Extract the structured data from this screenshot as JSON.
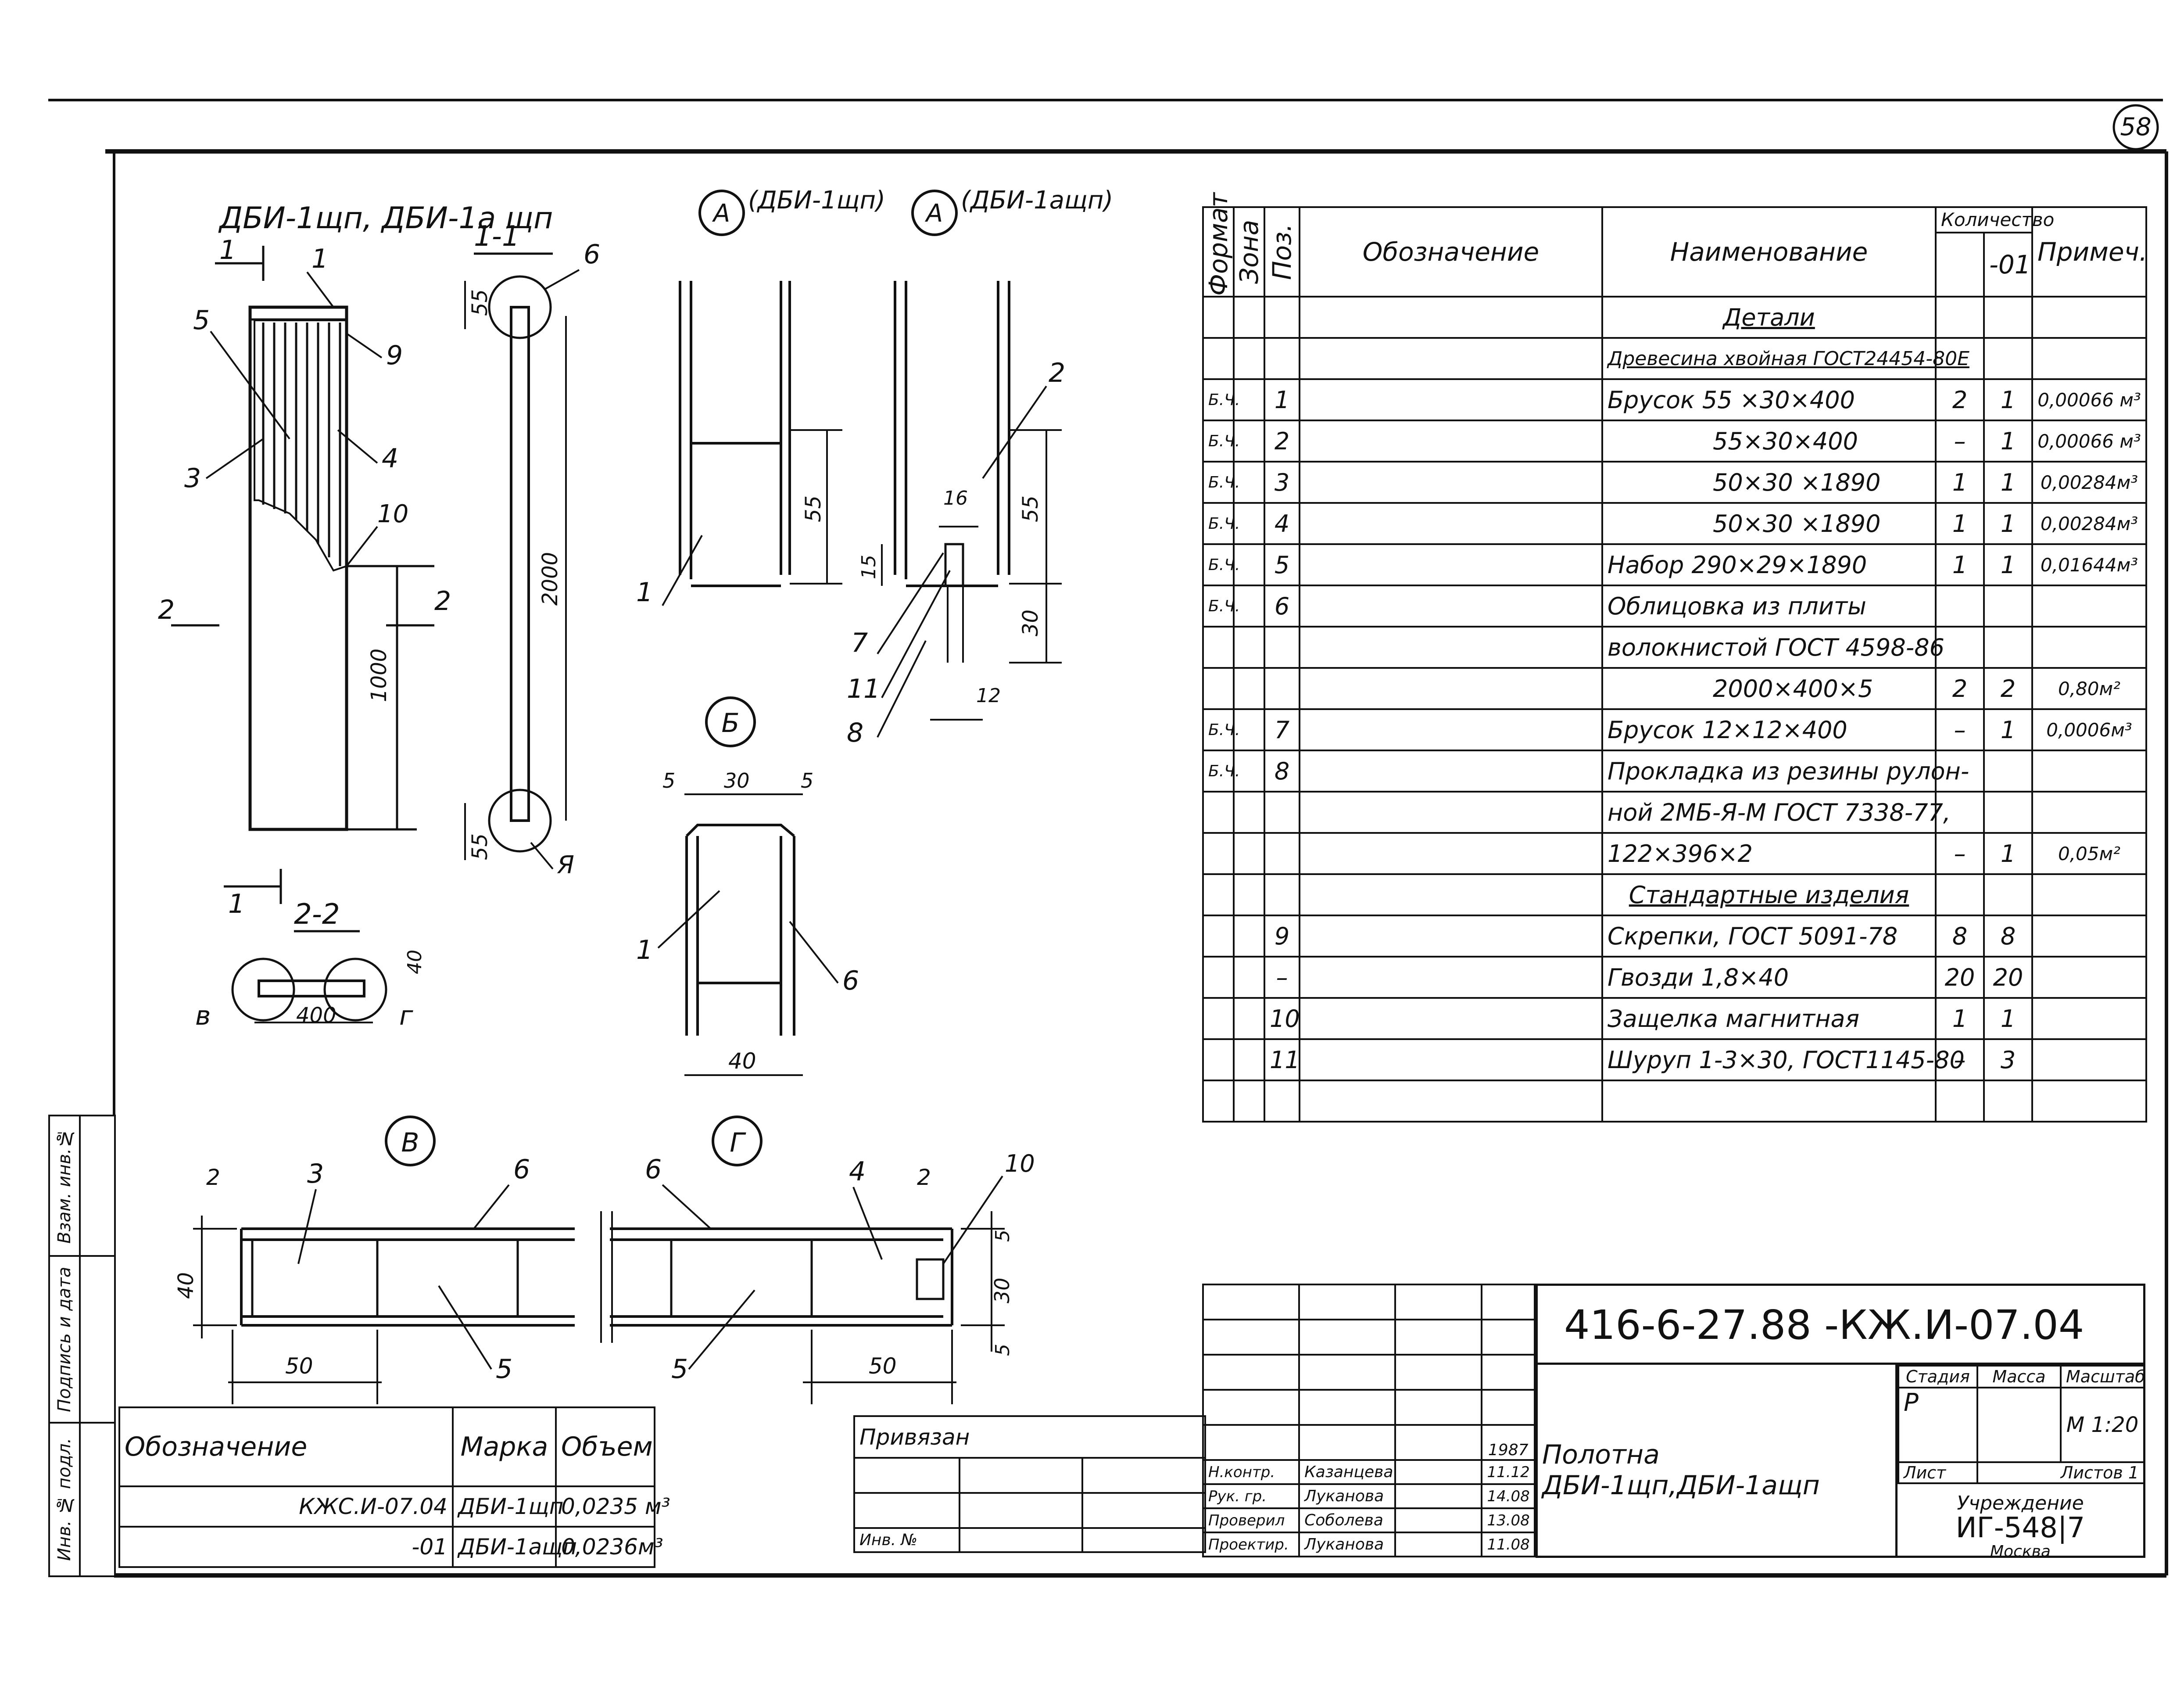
{
  "sheet": {
    "page_number": "58",
    "designation": "416-6-27.88 -КЖ.И-07.04",
    "title": "Полотна ДБИ-1щп,ДБИ-1ащп",
    "stage_label": "Стадия",
    "mass_label": "Масса",
    "scale_label": "Масштаб",
    "stage": "Р",
    "scale": "М 1:20",
    "sheet_label": "Лист",
    "sheets_label": "Листов 1",
    "institution_label": "Учреждение",
    "institution": "ИГ-548|7",
    "city": "Москва",
    "attached_label": "Привязан",
    "inv_label": "Инв. №",
    "year": "1987",
    "signatures": [
      {
        "role": "Н.контр.",
        "name": "Казанцева",
        "date": "11.12"
      },
      {
        "role": "Рук. гр.",
        "name": "Луканова",
        "date": "14.08"
      },
      {
        "role": "Проверил",
        "name": "Соболева",
        "date": "13.08"
      },
      {
        "role": "Проектир.",
        "name": "Луканова",
        "date": "11.08"
      }
    ],
    "side_stamp": [
      "Инв. № подл.",
      "Подпись и дата",
      "Взам. инв.№"
    ]
  },
  "drawing": {
    "main_title": "ДБИ-1щп, ДБИ-1а щп",
    "section_1_1": "1-1",
    "section_2_2": "2-2",
    "detail_a1": "(ДБИ-1щп)",
    "detail_a2": "(ДБИ-1ащп)",
    "circle_a": "А",
    "circle_b": "Б",
    "circle_v": "В",
    "circle_g": "Г",
    "callouts": [
      "1",
      "2",
      "3",
      "4",
      "5",
      "6",
      "7",
      "8",
      "9",
      "10",
      "11",
      "12"
    ],
    "dims": {
      "d55": "55",
      "d2000": "2000",
      "d1000": "1000",
      "d16": "16",
      "d15": "15",
      "d30": "30",
      "d12": "12",
      "d5": "5",
      "d40": "40",
      "d400": "400",
      "d50": "50",
      "d2": "2"
    },
    "letters": {
      "v": "в",
      "g": "г",
      "ya": "Я",
      "b2": "2"
    }
  },
  "spec": {
    "headers": {
      "format": "Формат",
      "zone": "Зона",
      "pos": "Поз.",
      "designation": "Обозначение",
      "name": "Наименование",
      "qty": "Количество",
      "qty_01": "-01",
      "note": "Примеч."
    },
    "rows": [
      {
        "fmt": "",
        "pos": "",
        "name": "Детали",
        "q": "",
        "q1": "",
        "note": "",
        "style": "center-underline"
      },
      {
        "fmt": "",
        "pos": "",
        "name": "Древесина хвойная ГОСТ24454-80Е",
        "q": "",
        "q1": "",
        "note": "",
        "style": "underline"
      },
      {
        "fmt": "Б.Ч.",
        "pos": "1",
        "name": "Брусок    55 ×30×400",
        "q": "2",
        "q1": "1",
        "note": "0,00066 м³"
      },
      {
        "fmt": "Б.Ч.",
        "pos": "2",
        "name": "55×30×400",
        "q": "–",
        "q1": "1",
        "note": "0,00066 м³",
        "style": "indent"
      },
      {
        "fmt": "Б.Ч.",
        "pos": "3",
        "name": "50×30 ×1890",
        "q": "1",
        "q1": "1",
        "note": "0,00284м³",
        "style": "indent"
      },
      {
        "fmt": "Б.Ч.",
        "pos": "4",
        "name": "50×30 ×1890",
        "q": "1",
        "q1": "1",
        "note": "0,00284м³",
        "style": "indent"
      },
      {
        "fmt": "Б.Ч.",
        "pos": "5",
        "name": "Набор    290×29×1890",
        "q": "1",
        "q1": "1",
        "note": "0,01644м³"
      },
      {
        "fmt": "Б.Ч.",
        "pos": "6",
        "name": "Облицовка из плиты",
        "q": "",
        "q1": "",
        "note": ""
      },
      {
        "fmt": "",
        "pos": "",
        "name": "волокнистой  ГОСТ 4598-86",
        "q": "",
        "q1": "",
        "note": ""
      },
      {
        "fmt": "",
        "pos": "",
        "name": "2000×400×5",
        "q": "2",
        "q1": "2",
        "note": "0,80м²",
        "style": "indent"
      },
      {
        "fmt": "Б.Ч.",
        "pos": "7",
        "name": "Брусок   12×12×400",
        "q": "–",
        "q1": "1",
        "note": "0,0006м³"
      },
      {
        "fmt": "Б.Ч.",
        "pos": "8",
        "name": "Прокладка из резины рулон-",
        "q": "",
        "q1": "",
        "note": ""
      },
      {
        "fmt": "",
        "pos": "",
        "name": "ной 2МБ-Я-М ГОСТ 7338-77,",
        "q": "",
        "q1": "",
        "note": ""
      },
      {
        "fmt": "",
        "pos": "",
        "name": "122×396×2",
        "q": "–",
        "q1": "1",
        "note": "0,05м²"
      },
      {
        "fmt": "",
        "pos": "",
        "name": "Стандартные изделия",
        "q": "",
        "q1": "",
        "note": "",
        "style": "center-underline"
      },
      {
        "fmt": "",
        "pos": "9",
        "name": "Скрепки,  ГОСТ 5091-78",
        "q": "8",
        "q1": "8",
        "note": ""
      },
      {
        "fmt": "",
        "pos": "–",
        "name": "Гвозди  1,8×40",
        "q": "20",
        "q1": "20",
        "note": ""
      },
      {
        "fmt": "",
        "pos": "10",
        "name": "Защелка  магнитная",
        "q": "1",
        "q1": "1",
        "note": ""
      },
      {
        "fmt": "",
        "pos": "11",
        "name": "Шуруп  1-3×30, ГОСТ1145-80",
        "q": "–",
        "q1": "3",
        "note": ""
      },
      {
        "fmt": "",
        "pos": "",
        "name": "",
        "q": "",
        "q1": "",
        "note": ""
      }
    ]
  },
  "marks": {
    "headers": {
      "designation": "Обозначение",
      "mark": "Марка",
      "volume": "Объем"
    },
    "rows": [
      {
        "designation": "КЖС.И-07.04",
        "mark": "ДБИ-1щп",
        "volume": "0,0235 м³"
      },
      {
        "designation": "-01",
        "mark": "ДБИ-1ащп",
        "volume": "0,0236м³"
      }
    ]
  }
}
